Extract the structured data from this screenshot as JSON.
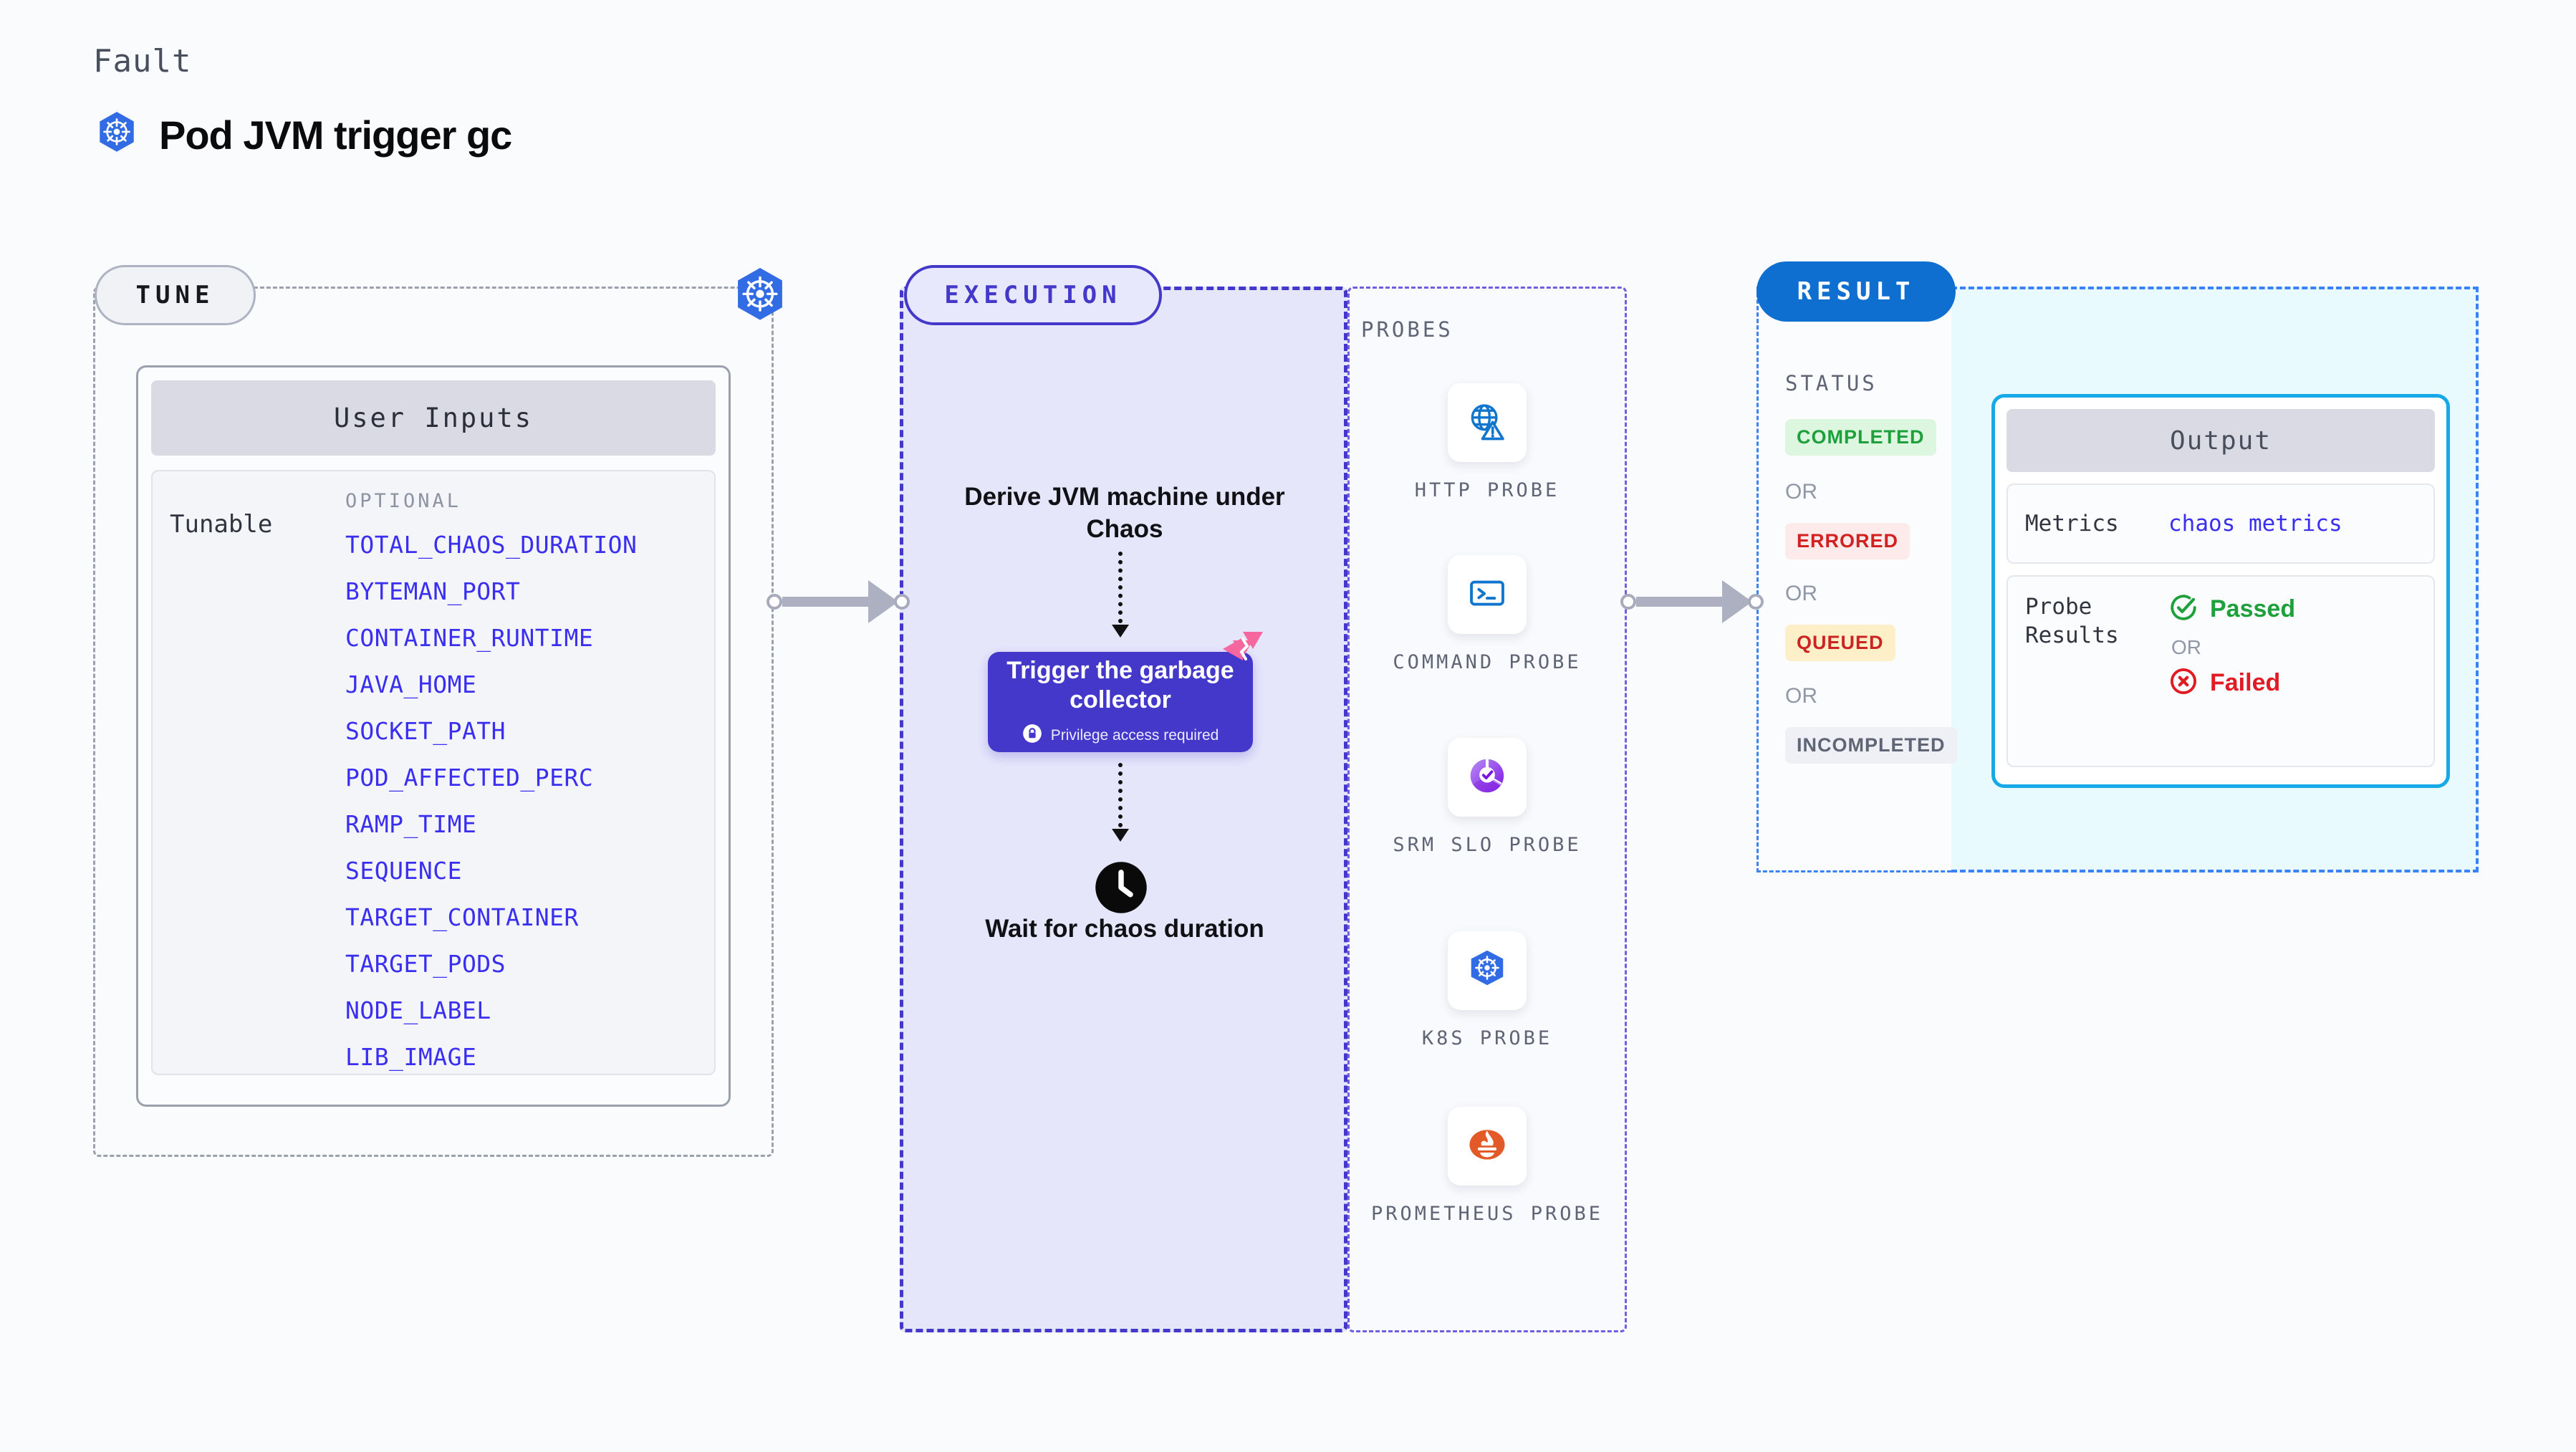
{
  "header": {
    "kicker": "Fault",
    "title": "Pod JVM trigger gc",
    "icon": "kubernetes-icon"
  },
  "tune": {
    "pill_label": "TUNE",
    "badge_icon": "kubernetes-icon",
    "card_title": "User Inputs",
    "tunable_label": "Tunable",
    "optional_label": "OPTIONAL",
    "params": [
      "TOTAL_CHAOS_DURATION",
      "BYTEMAN_PORT",
      "CONTAINER_RUNTIME",
      "JAVA_HOME",
      "SOCKET_PATH",
      "POD_AFFECTED_PERC",
      "RAMP_TIME",
      "SEQUENCE",
      "TARGET_CONTAINER",
      "TARGET_PODS",
      "NODE_LABEL",
      "LIB_IMAGE"
    ]
  },
  "execution": {
    "pill_label": "EXECUTION",
    "step_derive": "Derive JVM machine under Chaos",
    "action_card": {
      "title": "Trigger the garbage collector",
      "privilege_note": "Privilege access required",
      "lock_icon": "lock-icon",
      "corner_badge_icon": "chaos-logo-icon"
    },
    "step_wait": "Wait for chaos duration",
    "wait_icon": "clock-icon"
  },
  "probes": {
    "section_label": "PROBES",
    "items": [
      {
        "label": "HTTP PROBE",
        "icon": "globe-warning-icon"
      },
      {
        "label": "COMMAND PROBE",
        "icon": "terminal-icon"
      },
      {
        "label": "SRM SLO PROBE",
        "icon": "srm-slo-icon"
      },
      {
        "label": "K8S PROBE",
        "icon": "kubernetes-icon"
      },
      {
        "label": "PROMETHEUS PROBE",
        "icon": "prometheus-icon"
      }
    ]
  },
  "result": {
    "pill_label": "RESULT",
    "status_label": "STATUS",
    "or_label": "OR",
    "statuses": [
      {
        "label": "COMPLETED",
        "text_color": "#1ea03c",
        "bg_color": "#ddf6e0"
      },
      {
        "label": "ERRORED",
        "text_color": "#d22121",
        "bg_color": "#fdeaea"
      },
      {
        "label": "QUEUED",
        "text_color": "#cc2323",
        "bg_color": "#fdf0c9"
      },
      {
        "label": "INCOMPLETED",
        "text_color": "#5f6575",
        "bg_color": "#eef0f5"
      }
    ],
    "output": {
      "title": "Output",
      "metrics_key": "Metrics",
      "metrics_value": "chaos metrics",
      "probe_results_key": "Probe Results",
      "passed_label": "Passed",
      "failed_label": "Failed",
      "or_label": "OR",
      "passed_icon": "check-circle-icon",
      "failed_icon": "x-circle-icon"
    }
  },
  "colors": {
    "accent_violet": "#4338ca",
    "accent_blue": "#0f6fd1",
    "param_blue": "#3a2ff0",
    "output_border": "#16a9e8"
  }
}
